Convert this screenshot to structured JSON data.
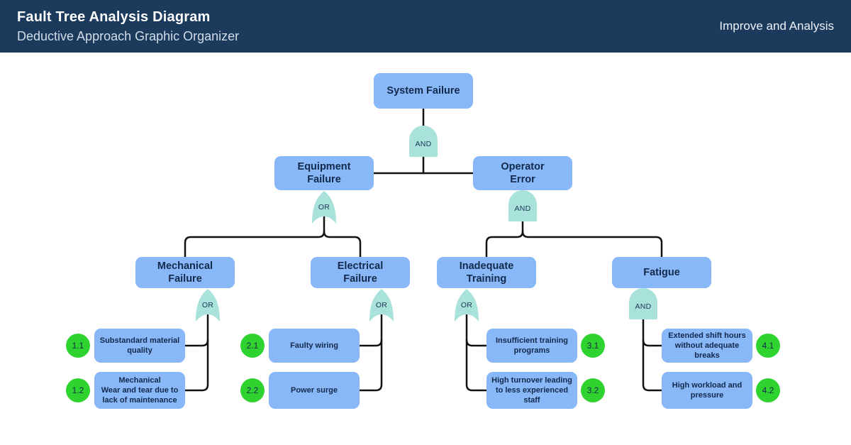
{
  "header": {
    "title": "Fault Tree Analysis Diagram",
    "subtitle": "Deductive Approach Graphic Organizer",
    "right_label": "Improve and Analysis"
  },
  "colors": {
    "header_bg": "#1b3a5c",
    "node_fill": "#88b8f8",
    "gate_fill": "#a8e2da",
    "badge_fill": "#2fd330",
    "node_text": "#13294b",
    "connector_line": "#121212"
  },
  "tree": {
    "root": {
      "label": "System Failure",
      "gate": "AND"
    },
    "branches": [
      {
        "label": "Equipment\nFailure",
        "gate": "OR"
      },
      {
        "label": "Operator\nError",
        "gate": "AND"
      }
    ],
    "causes": [
      {
        "label": "Mechanical\nFailure",
        "gate": "OR"
      },
      {
        "label": "Electrical\nFailure",
        "gate": "OR"
      },
      {
        "label": "Inadequate\nTraining",
        "gate": "OR"
      },
      {
        "label": "Fatigue",
        "gate": "AND"
      }
    ],
    "leaves": [
      {
        "id": "1.1",
        "label": "Substandard material quality"
      },
      {
        "id": "1.2",
        "label": "Mechanical\nWear and tear due to lack of maintenance"
      },
      {
        "id": "2.1",
        "label": "Faulty wiring"
      },
      {
        "id": "2.2",
        "label": "Power surge"
      },
      {
        "id": "3.1",
        "label": "Insufficient training programs"
      },
      {
        "id": "3.2",
        "label": "High turnover leading to less experienced staff"
      },
      {
        "id": "4.1",
        "label": "Extended shift hours without adequate breaks"
      },
      {
        "id": "4.2",
        "label": "High workload and pressure"
      }
    ]
  }
}
